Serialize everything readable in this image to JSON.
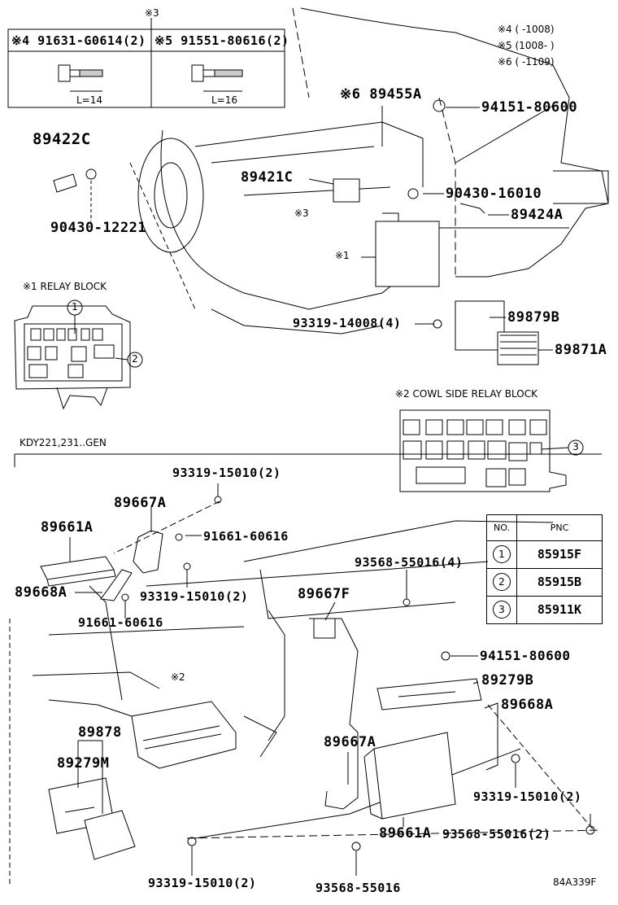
{
  "bolt_box": {
    "top_marker": "※3",
    "left_part": "※4 91631-G0614(2)",
    "right_part": "※5 91551-80616(2)",
    "left_length": "L=14",
    "right_length": "L=16"
  },
  "notes": {
    "n4": "※4 (     -1008)",
    "n5": "※5 (1008-      )",
    "n6": "※6 (     -1109)"
  },
  "labels": {
    "p89455A": "※6 89455A",
    "p94151_top": "94151-80600",
    "p89422C": "89422C",
    "p89421C": "89421C",
    "p90430_16010": "90430-16010",
    "p89424A": "89424A",
    "p90430_12221": "90430-12221",
    "p_mark3": "※3",
    "p_mark1": "※1",
    "p93319_14008": "93319-14008(4)",
    "p89879B": "89879B",
    "p89871A": "89871A",
    "relay_block_title": "※1 RELAY BLOCK",
    "cowl_block_title": "※2 COWL SIDE RELAY BLOCK",
    "model_line": "KDY221,231..GEN",
    "p93319_15010_a": "93319-15010(2)",
    "p89667A_top": "89667A",
    "p89661A_top": "89661A",
    "p91661_60616_a": "91661-60616",
    "p93568_55016_4": "93568-55016(4)",
    "p89668A_left": "89668A",
    "p93319_15010_b": "93319-15010(2)",
    "p89667F": "89667F",
    "p91661_60616_b": "91661-60616",
    "p94151_mid": "94151-80600",
    "p89279B": "89279B",
    "p_mark2": "※2",
    "p89668A_right": "89668A",
    "p89878": "89878",
    "p89667A_bot": "89667A",
    "p89279M": "89279M",
    "p93319_15010_c": "93319-15010(2)",
    "p93568_55016_2": "93568-55016(2)",
    "p89661A_bot": "89661A",
    "p93319_15010_d": "93319-15010(2)",
    "p93568_55016": "93568-55016",
    "figure_code": "84A339F"
  },
  "pnc_table": {
    "header_no": "NO.",
    "header_pnc": "PNC",
    "rows": [
      {
        "no": "1",
        "pnc": "85915F"
      },
      {
        "no": "2",
        "pnc": "85915B"
      },
      {
        "no": "3",
        "pnc": "85911K"
      }
    ]
  },
  "callouts": {
    "c1": "1",
    "c2": "2",
    "c3": "3"
  }
}
